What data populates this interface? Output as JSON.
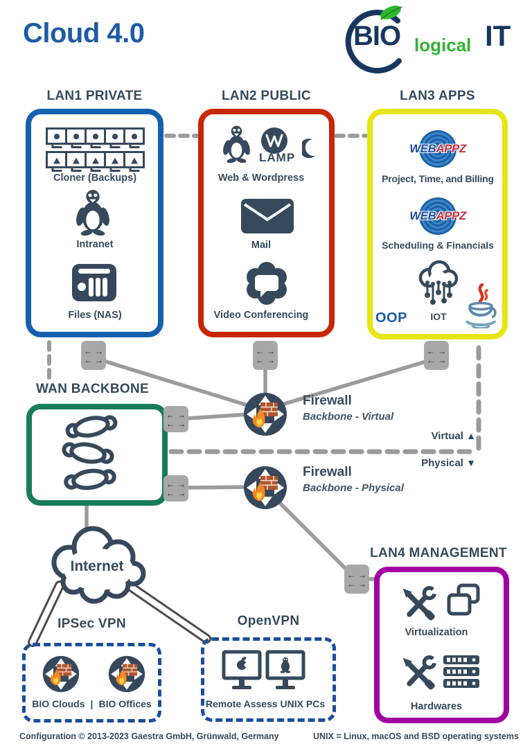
{
  "header": {
    "title": "Cloud 4.0",
    "logo": {
      "bio": "BIO",
      "logical": "logical",
      "it": "IT"
    }
  },
  "lan1": {
    "title": "LAN1 PRIVATE",
    "items": [
      {
        "icon": "cloner-monitors-icon",
        "label": "Cloner (Backups)"
      },
      {
        "icon": "linux-tux-icon",
        "label": "Intranet"
      },
      {
        "icon": "nas-storage-icon",
        "label": "Files (NAS)"
      }
    ]
  },
  "lan2": {
    "title": "LAN2 PUBLIC",
    "lamp_text": "LAMP",
    "items": [
      {
        "icon": "tux-wordpress-lamp-icon",
        "label": "Web & Wordpress"
      },
      {
        "icon": "mail-envelope-icon",
        "label": "Mail"
      },
      {
        "icon": "chat-flower-icon",
        "label": "Video Conferencing"
      }
    ]
  },
  "lan3": {
    "title": "LAN3 APPS",
    "webappz": {
      "web": "WEB",
      "appz": "APPZ"
    },
    "items": [
      {
        "icon": "webappz-logo",
        "label": "Project, Time, and Billing"
      },
      {
        "icon": "webappz-logo",
        "label": "Scheduling & Financials"
      }
    ],
    "oop": "OOP",
    "iot": "IOT"
  },
  "wan": {
    "title": "WAN BACKBONE",
    "icon": "spine-backbone-icon"
  },
  "firewalls": {
    "virtual": {
      "name": "Firewall",
      "sub": "Backbone - Virtual"
    },
    "physical": {
      "name": "Firewall",
      "sub": "Backbone - Physical"
    }
  },
  "separator": {
    "virtual_label": "Virtual",
    "physical_label": "Physical"
  },
  "internet": {
    "label": "Internet"
  },
  "lan4": {
    "title": "LAN4 MANAGEMENT",
    "items": [
      {
        "icon": "tools-vm-icon",
        "label": "Virtualization"
      },
      {
        "icon": "tools-server-icon",
        "label": "Hardwares"
      }
    ]
  },
  "ipsec": {
    "title": "IPSec VPN",
    "left_label": "BIO Clouds",
    "divider": "|",
    "right_label": "BIO Offices"
  },
  "openvpn": {
    "title": "OpenVPN",
    "label": "Remote Assess UNIX PCs"
  },
  "footer": {
    "left": "Configuration © 2013-2023 Gaestra GmbH, Grünwald, Germany",
    "right": "UNIX = Linux, macOS and BSD operating systems"
  },
  "icons": {
    "virtual_arrow": "▲",
    "physical_arrow": "▼",
    "switch_arrows": [
      "←",
      "→"
    ]
  },
  "colors": {
    "navy": "#36495c",
    "title_blue": "#1d5ba6",
    "lan1_border": "#1560ae",
    "lan2_border": "#c92603",
    "lan3_border": "#e7e414",
    "wan_border": "#177c5b",
    "lan4_border": "#a101a1",
    "vpn_border": "#1c4d9e",
    "line_gray": "#9b9b9b",
    "logo_green": "#33b233"
  }
}
